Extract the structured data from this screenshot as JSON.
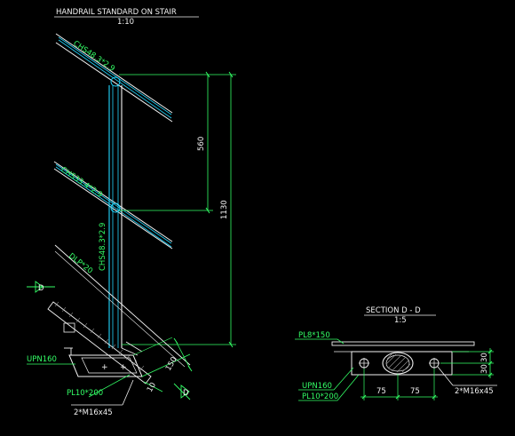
{
  "main_view": {
    "title": "HANDRAIL STANDARD ON STAIR",
    "scale": "1:10",
    "upper_rail_label": "CHS48.3*2.9",
    "mid_rail_label": "CHS33.4*2.9",
    "post_label": "CHS48.3*2.9",
    "stair_label": "DLP*20",
    "dim_560": "560",
    "dim_1130": "1130",
    "dim_150": "150",
    "dim_10": "10",
    "section_marker_top": "D",
    "section_marker_bottom": "D",
    "upn_label": "UPN160",
    "plate_label": "PL10*200",
    "bolt_label": "2*M16x45"
  },
  "section_view": {
    "title": "SECTION D - D",
    "scale": "1:5",
    "top_plate_label": "PL8*150",
    "upn_label": "UPN160",
    "plate_label": "PL10*200",
    "dim_left": "75",
    "dim_right": "75",
    "dim_v1": "30",
    "dim_v2": "30",
    "bolt_label": "2*M16x45"
  },
  "colors": {
    "background": "#000000",
    "outline": "#ffffff",
    "dimension": "#33ff66",
    "member": "#22d8ff",
    "hatch": "#9a9a9a"
  }
}
